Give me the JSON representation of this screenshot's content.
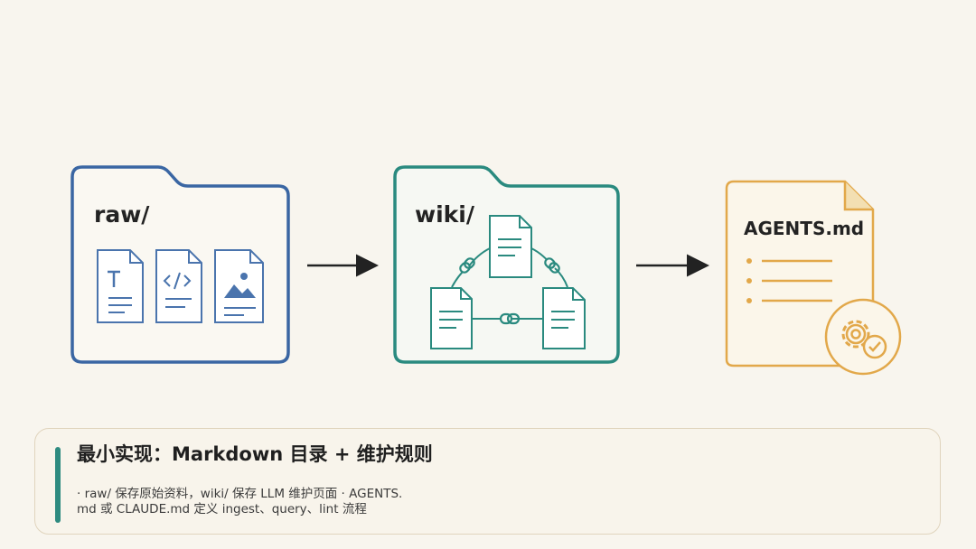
{
  "folders": [
    {
      "label": "raw/"
    },
    {
      "label": "wiki/"
    }
  ],
  "document": {
    "label": "AGENTS.md"
  },
  "icons": {
    "raw_files": [
      "text-file-icon",
      "code-file-icon",
      "image-file-icon"
    ],
    "wiki_pages": [
      "linked-page-icon",
      "chain-link-icon"
    ],
    "agents_badge": "gear-check-icon"
  },
  "colors": {
    "raw": "#3a66a3",
    "wiki": "#2a8a7f",
    "agents": "#e2a84a",
    "arrow": "#222222"
  },
  "summary": {
    "title": "最小实现：Markdown 目录 + 维护规则",
    "body": "· raw/ 保存原始资料，wiki/ 保存 LLM 维护页面 · AGENTS.md 或 CLAUDE.md 定义 ingest、query、lint 流程"
  }
}
